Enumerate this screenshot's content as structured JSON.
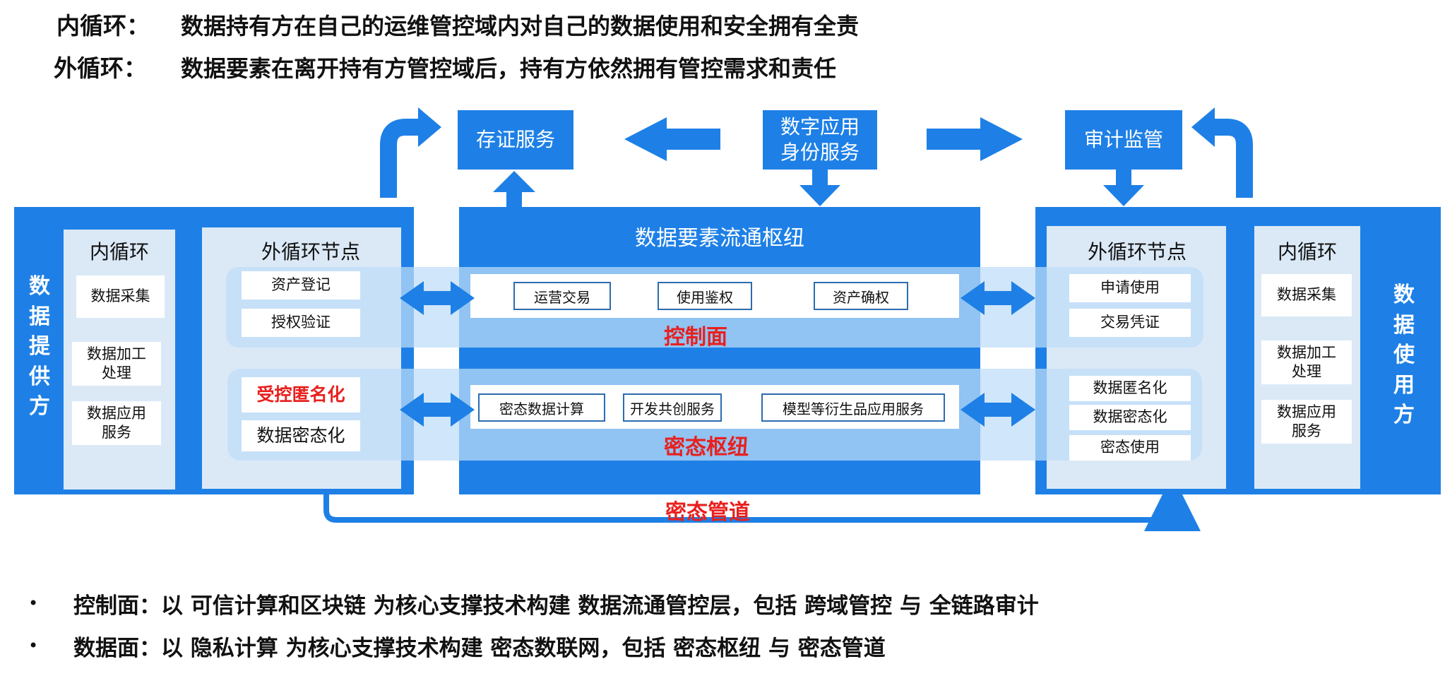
{
  "header": {
    "line1_key": "内循环：",
    "line1_text": "数据持有方在自己的运维管控域内对自己的数据使用和安全拥有全责",
    "line2_key": "外循环：",
    "line2_text": "数据要素在离开持有方管控域后，持有方依然拥有管控需求和责任"
  },
  "top_services": {
    "evidence": "存证服务",
    "identity": "数字应用身份服务",
    "audit": "审计监管"
  },
  "left": {
    "provider_label": "数据提供方",
    "inner_title": "内循环",
    "inner_items": [
      "数据采集",
      "数据加工处理",
      "数据应用服务"
    ],
    "outer_title": "外循环节点",
    "outer_control_items": [
      "资产登记",
      "授权验证"
    ],
    "outer_data_items": [
      "受控匿名化",
      "数据密态化"
    ]
  },
  "hub": {
    "title": "数据要素流通枢纽",
    "control_chips": [
      "运营交易",
      "使用鉴权",
      "资产确权"
    ],
    "control_label": "控制面",
    "data_chips": [
      "密态数据计算",
      "开发共创服务",
      "模型等衍生品应用服务"
    ],
    "data_label": "密态枢纽"
  },
  "right": {
    "user_label": "数据使用方",
    "inner_title": "内循环",
    "inner_items": [
      "数据采集",
      "数据加工处理",
      "数据应用服务"
    ],
    "outer_title": "外循环节点",
    "outer_control_items": [
      "申请使用",
      "交易凭证"
    ],
    "outer_data_items": [
      "数据匿名化",
      "数据密态化",
      "密态使用"
    ]
  },
  "pipeline_label": "密态管道",
  "bullets": [
    "控制面：以 可信计算和区块链 为核心支撑技术构建 数据流通管控层，包括 跨域管控 与 全链路审计",
    "数据面：以 隐私计算 为核心支撑技术构建 密态数联网，包括 密态枢纽 与 密态管道"
  ],
  "colors": {
    "primary_blue": "#1e80e6",
    "pale_blue": "#dbe9f7",
    "highlight_red": "#e8201e"
  }
}
